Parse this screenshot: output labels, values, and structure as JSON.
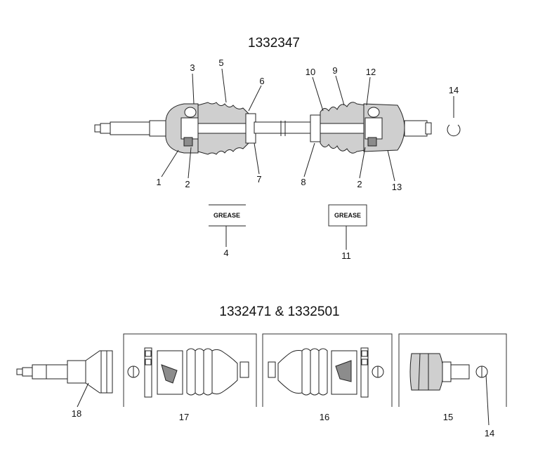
{
  "titles": {
    "top": "1332347",
    "bottom": "1332471 & 1332501"
  },
  "grease_label": "GREASE",
  "callouts": {
    "c1": "1",
    "c2a": "2",
    "c3": "3",
    "c5": "5",
    "c6": "6",
    "c7": "7",
    "c8": "8",
    "c9": "9",
    "c10": "10",
    "c12": "12",
    "c2b": "2",
    "c13": "13",
    "c14a": "14",
    "c4": "4",
    "c11": "11",
    "c18": "18",
    "c17": "17",
    "c16": "16",
    "c15": "15",
    "c14b": "14"
  }
}
